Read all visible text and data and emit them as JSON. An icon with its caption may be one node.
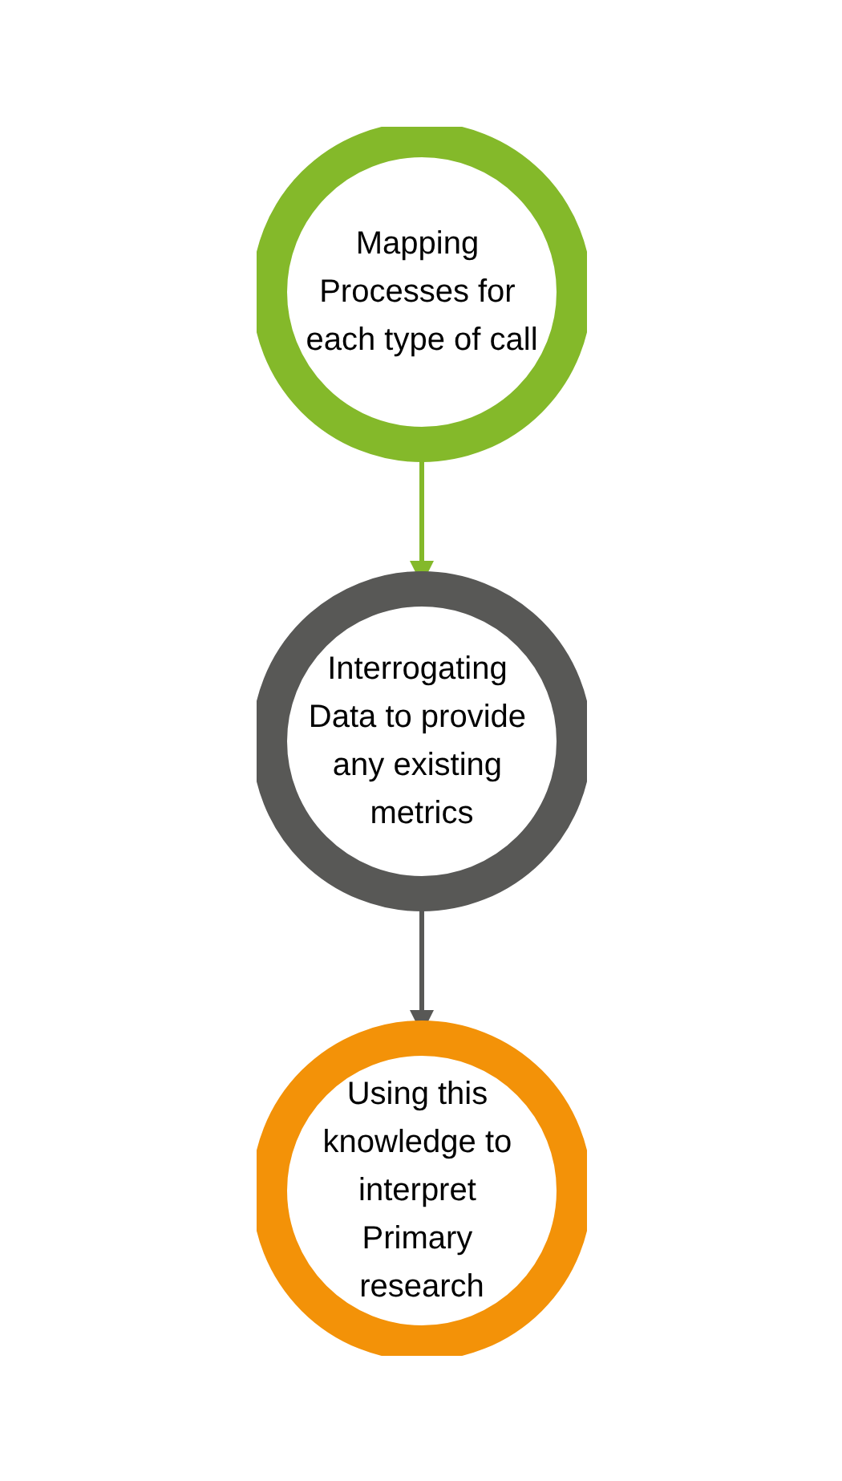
{
  "diagram": {
    "nodes": [
      {
        "text": [
          "Mapping Processes for each type of call"
        ]
      },
      {
        "text": [
          "Interrogating Data to provide any existing metrics"
        ]
      },
      {
        "text": [
          "Using this knowledge to interpret Primary research"
        ]
      }
    ],
    "edges": [
      {
        "from": 0,
        "to": 1,
        "arrow": "to",
        "color": "#84b92a"
      },
      {
        "from": 1,
        "to": 2,
        "arrow": "to",
        "color": "#585856"
      }
    ]
  }
}
